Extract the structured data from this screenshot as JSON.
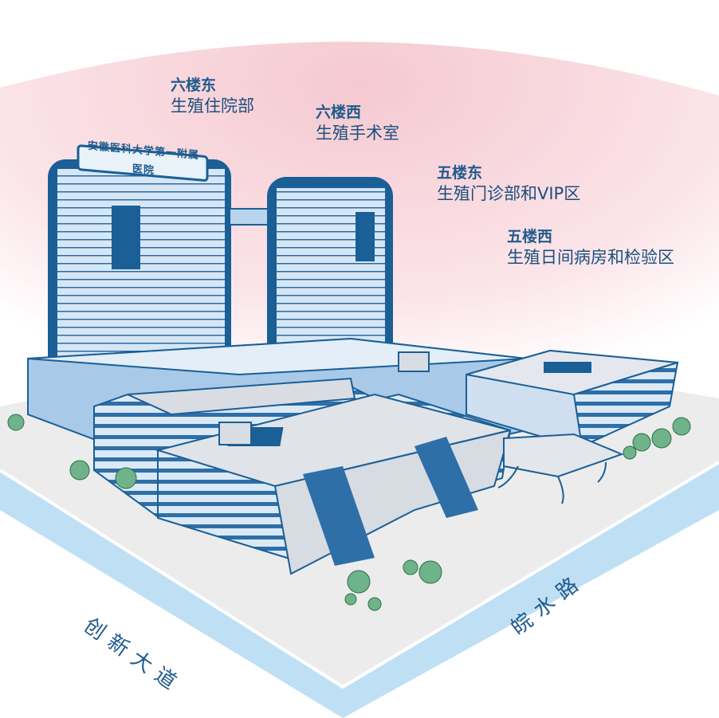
{
  "hospital_sign": "安徽医科大学第一附属医院",
  "callouts": [
    {
      "floor": "六楼东",
      "department": "生殖住院部"
    },
    {
      "floor": "六楼西",
      "department": "生殖手术室"
    },
    {
      "floor": "五楼东",
      "department": "生殖门诊部和VIP区"
    },
    {
      "floor": "五楼西",
      "department": "生殖日间病房和检验区"
    }
  ],
  "roads": {
    "left": "创新大道",
    "right": "皖水路"
  },
  "colors": {
    "background_glow": "#f7dde2",
    "building_blue": "#cfe0f2",
    "building_dark": "#1a5f96",
    "road_blue": "#bfe0f4",
    "ground": "#ededed",
    "tree_green": "#6fb38a"
  }
}
